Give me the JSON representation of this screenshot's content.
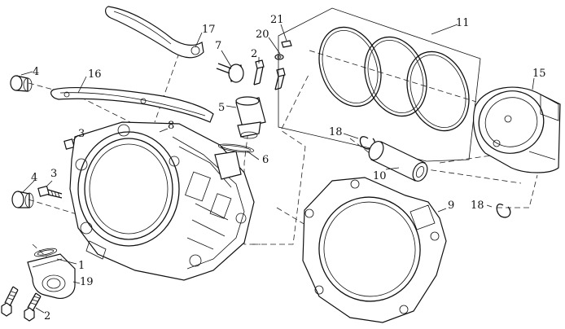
{
  "callouts": {
    "c1": "1",
    "c2a": "2",
    "c2b": "2",
    "c3a": "3",
    "c3b": "3",
    "c4a": "4",
    "c4b": "4",
    "c5": "5",
    "c6": "6",
    "c7": "7",
    "c8": "8",
    "c9": "9",
    "c10": "10",
    "c11": "11",
    "c15": "15",
    "c16": "16",
    "c17": "17",
    "c18a": "18",
    "c18b": "18",
    "c19": "19",
    "c20": "20",
    "c21": "21"
  },
  "parts": {
    "p1": "seal-ring",
    "p2": "bolt",
    "p3": "bolt",
    "p4": "dowel-sleeve",
    "p5": "chain-tensioner",
    "p6": "gasket-ring",
    "p7": "bolt",
    "p8": "cylinder-block",
    "p9": "cylinder-gasket",
    "p10": "piston-pin",
    "p11": "piston-ring-set",
    "p15": "piston",
    "p16": "chain-guide",
    "p17": "chain-guide",
    "p18": "circlip",
    "p19": "water-pipe-joint",
    "p20": "washer",
    "p21": "washer"
  }
}
